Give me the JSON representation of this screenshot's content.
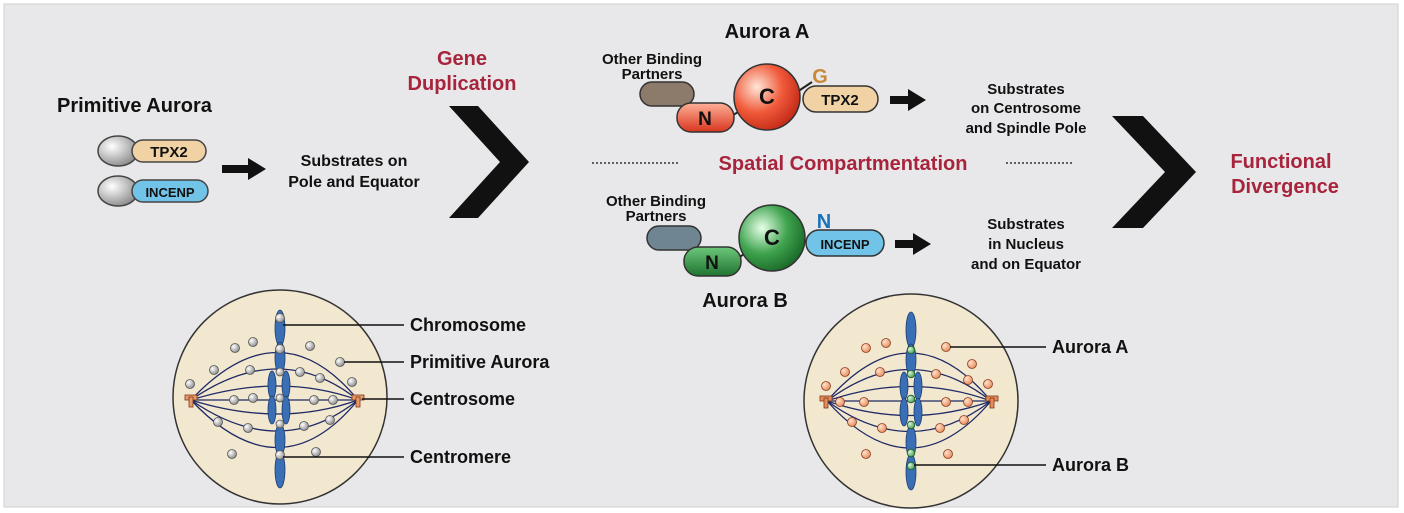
{
  "colors": {
    "background": "#e8e8ea",
    "accent_red": "#a8243c",
    "tpx2_fill": "#f0d2a5",
    "incenp_fill": "#72c3e8",
    "aurora_a_sphere": "#e8402a",
    "aurora_b_sphere": "#2a8a3c",
    "g_label": "#c8893a",
    "n_label_b": "#1a73b8",
    "chromosome": "#3a6fb5",
    "cell_fill": "#f2e8d0"
  },
  "primitive": {
    "title": "Primitive Aurora",
    "tpx2_label": "TPX2",
    "incenp_label": "INCENP",
    "substrates_line1": "Substrates on",
    "substrates_line2": "Pole and Equator"
  },
  "gene_duplication": {
    "line1": "Gene",
    "line2": "Duplication"
  },
  "aurora_a": {
    "title": "Aurora A",
    "partners_line1": "Other Binding",
    "partners_line2": "Partners",
    "n_label": "N",
    "c_label": "C",
    "g_label": "G",
    "tpx2_label": "TPX2",
    "substrates_line1": "Substrates",
    "substrates_line2": "on Centrosome",
    "substrates_line3": "and Spindle Pole"
  },
  "spatial": {
    "label": "Spatial Compartmentation"
  },
  "aurora_b": {
    "title": "Aurora B",
    "partners_line1": "Other Binding",
    "partners_line2": "Partners",
    "n_label": "N",
    "c_label": "C",
    "n2_label": "N",
    "incenp_label": "INCENP",
    "substrates_line1": "Substrates",
    "substrates_line2": "in Nucleus",
    "substrates_line3": "and on Equator"
  },
  "functional": {
    "line1": "Functional",
    "line2": "Divergence"
  },
  "left_cell": {
    "labels": [
      "Chromosome",
      "Primitive Aurora",
      "Centrosome",
      "Centromere"
    ]
  },
  "right_cell": {
    "labels": [
      "Aurora A",
      "Aurora B"
    ]
  }
}
